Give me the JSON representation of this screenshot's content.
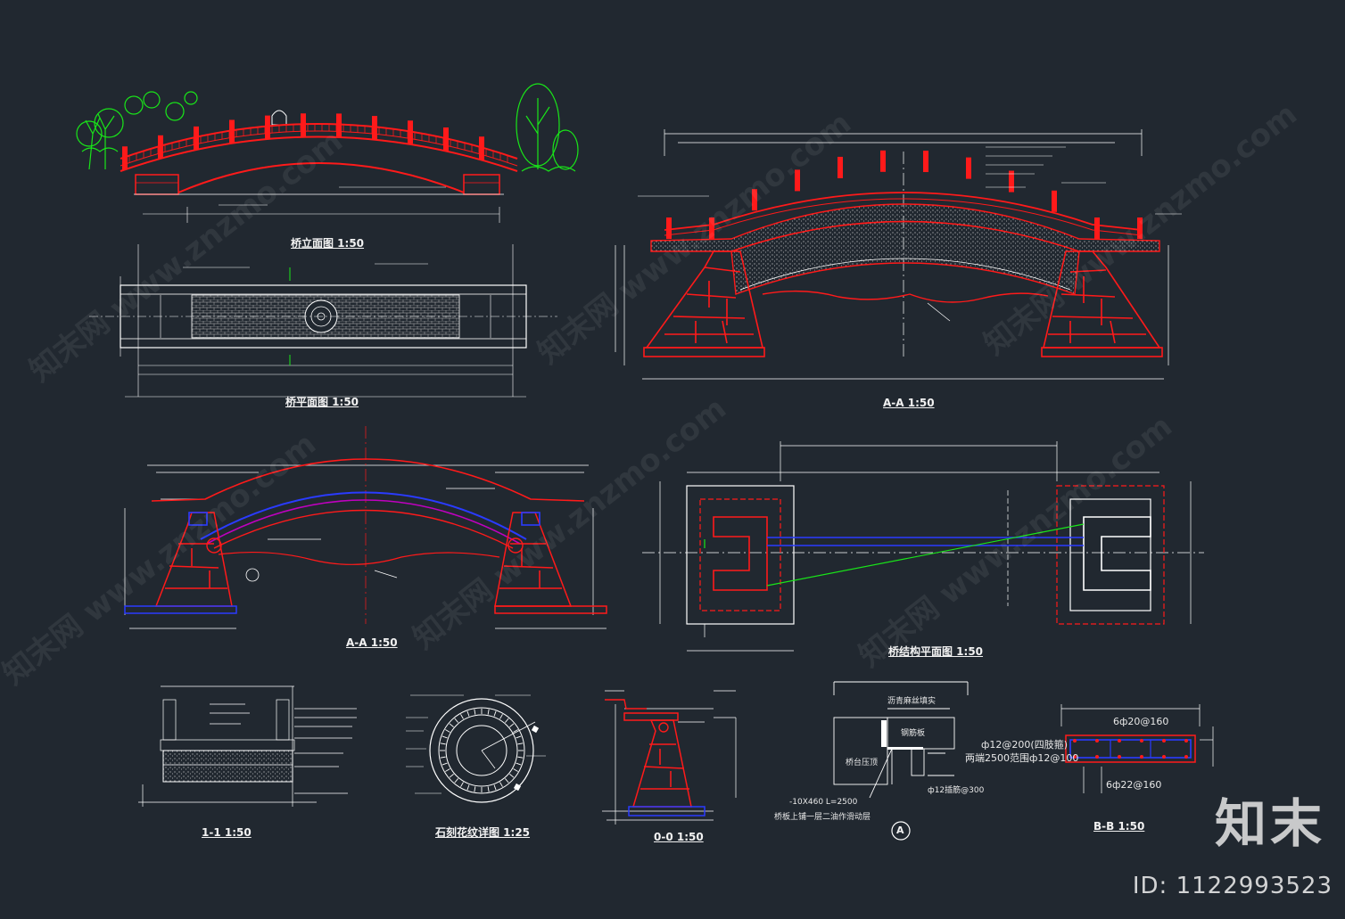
{
  "titles": {
    "elevation": "桥立面图 1:50",
    "plan": "桥平面图 1:50",
    "section_top": "A-A 1:50",
    "section_left": "A-A 1:50",
    "structure_plan": "桥结构平面图 1:50",
    "section_11": "1-1 1:50",
    "carving": "石刻花纹详图 1:25",
    "section_00": "0-0 1:50",
    "detail_a": "A",
    "section_bb": "B-B 1:50"
  },
  "rebar_notes": {
    "top": "6ф20@160",
    "line1": "ф12@200(四肢箍)",
    "line2": "两端2500范围ф12@100",
    "bottom": "6ф22@160"
  },
  "detail_notes": {
    "bar": "-10X460 L=2500",
    "desc": "桥板上铺一层二油作滑动层",
    "stud": "ф12插筋@300",
    "pier": "桥台压顶",
    "slab": "钢筋板",
    "top": "沥青麻丝填实"
  },
  "watermark": {
    "brand": "知末",
    "id": "ID: 1122993523",
    "site": "知末网 www.znzmo.com"
  },
  "colors": {
    "background": "#212830",
    "red": "#ff1a1a",
    "white": "#ffffff",
    "blue": "#2a3bff",
    "green": "#19e619",
    "magenta": "#c000c0"
  }
}
